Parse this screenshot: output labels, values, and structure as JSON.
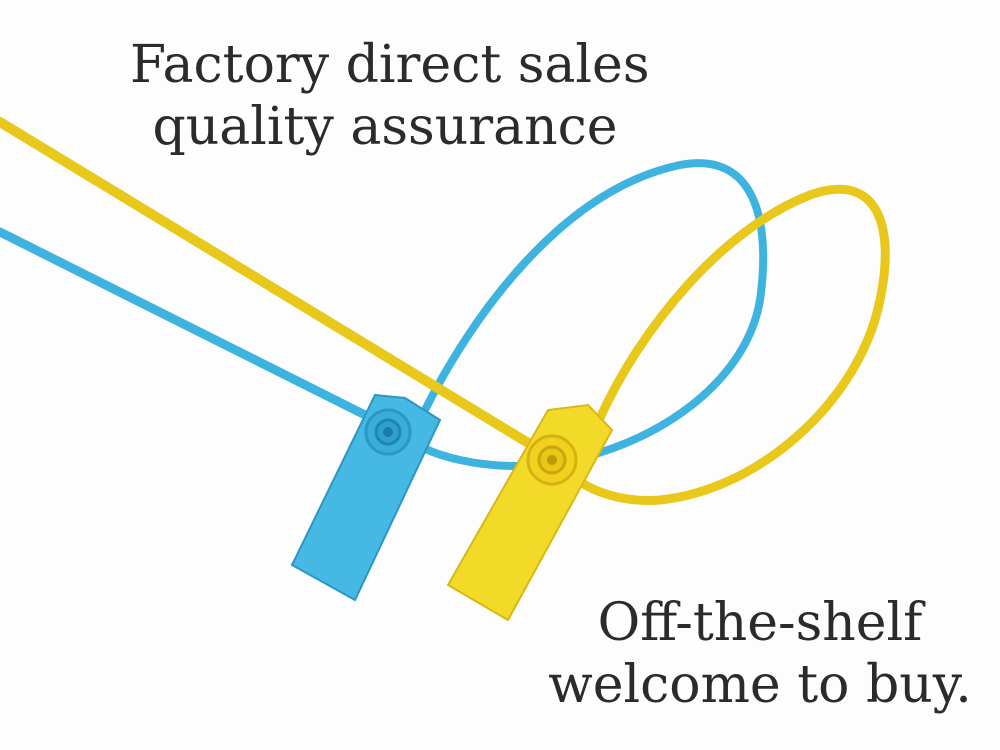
{
  "captions": {
    "top_line_1": "Factory direct sales",
    "top_line_2": "quality assurance",
    "bottom_line_1": "Off-the-shelf",
    "bottom_line_2": "welcome to buy."
  },
  "product": {
    "subject": "plastic security seal tags",
    "colors": {
      "blue": "#3fb3df",
      "blue_dark": "#2a97c4",
      "yellow": "#f2d61c",
      "yellow_dark": "#d9b812",
      "background": "#fdfdfd",
      "text": "#2b2b2b"
    }
  }
}
